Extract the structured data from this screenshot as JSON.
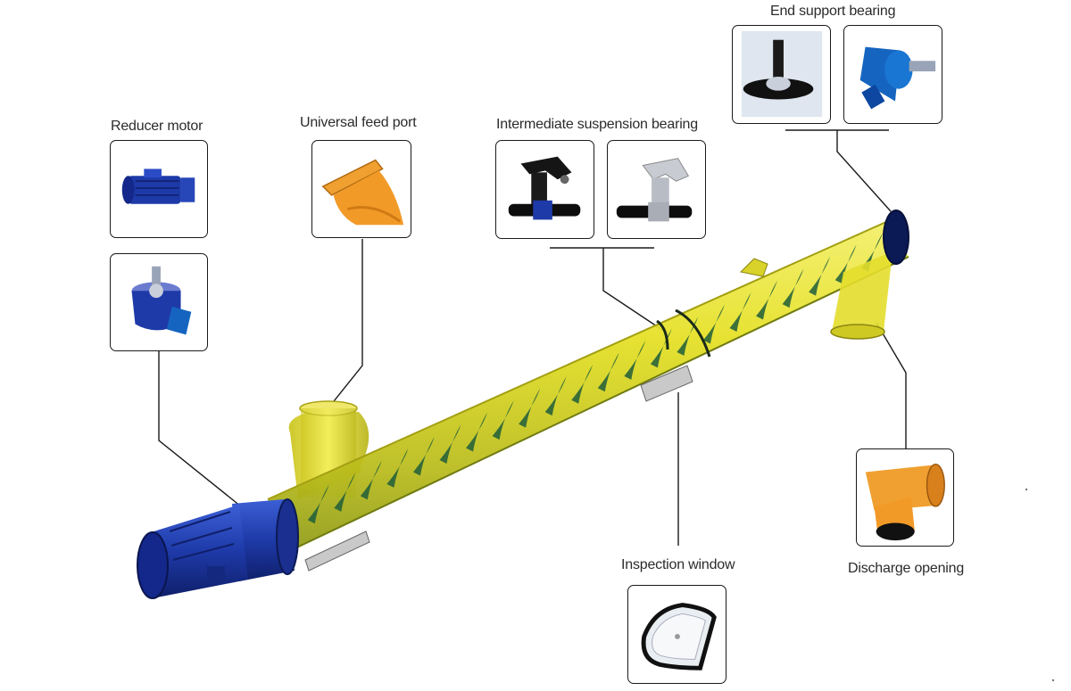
{
  "callouts": {
    "reducer_motor": "Reducer motor",
    "universal_feed_port": "Universal feed port",
    "intermediate_suspension_bearing": "Intermediate suspension bearing",
    "end_support_bearing": "End support bearing",
    "inspection_window": "Inspection window",
    "discharge_opening": "Discharge opening"
  },
  "colors": {
    "tube": "#e5e023",
    "tube_shadow": "#8e9a16",
    "spiral": "#1f5e3a",
    "motor": "#1e3aa8",
    "motor_dark": "#0f1f6a",
    "port_orange": "#f0a030",
    "bearing_blue": "#1565c0",
    "leader": "#1a1a1a"
  },
  "icons": [
    "reducer-motor-photo",
    "gearbox-photo",
    "feed-port-photo",
    "suspension-bearing-photo",
    "end-bearing-photo",
    "discharge-photo",
    "inspection-window-photo"
  ]
}
